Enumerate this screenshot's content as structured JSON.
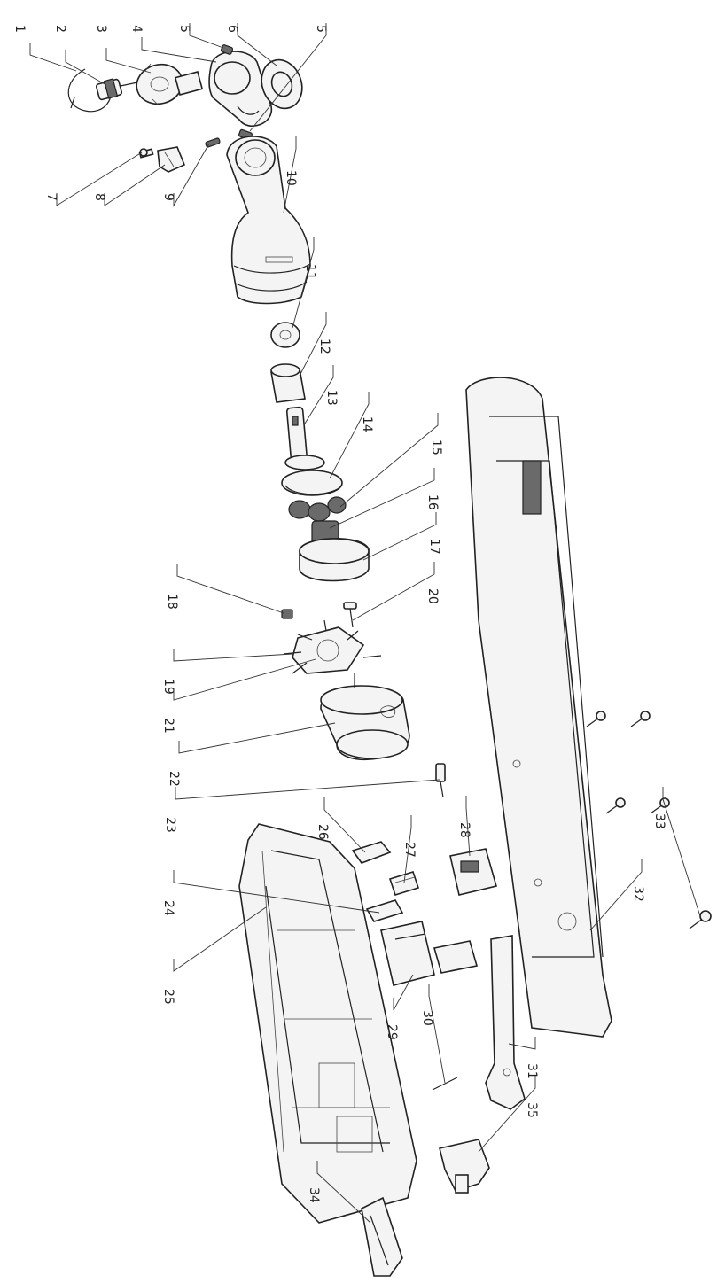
{
  "callouts": [
    {
      "num": "1"
    },
    {
      "num": "2"
    },
    {
      "num": "3"
    },
    {
      "num": "4"
    },
    {
      "num": "5"
    },
    {
      "num": "6"
    },
    {
      "num": "5"
    },
    {
      "num": "7"
    },
    {
      "num": "8"
    },
    {
      "num": "9"
    },
    {
      "num": "10"
    },
    {
      "num": "11"
    },
    {
      "num": "12"
    },
    {
      "num": "13"
    },
    {
      "num": "14"
    },
    {
      "num": "15"
    },
    {
      "num": "16"
    },
    {
      "num": "17"
    },
    {
      "num": "18"
    },
    {
      "num": "20"
    },
    {
      "num": "19"
    },
    {
      "num": "21"
    },
    {
      "num": "22"
    },
    {
      "num": "23"
    },
    {
      "num": "26"
    },
    {
      "num": "27"
    },
    {
      "num": "28"
    },
    {
      "num": "24"
    },
    {
      "num": "25"
    },
    {
      "num": "29"
    },
    {
      "num": "30"
    },
    {
      "num": "31"
    },
    {
      "num": "32"
    },
    {
      "num": "33"
    },
    {
      "num": "34"
    },
    {
      "num": "35"
    }
  ]
}
